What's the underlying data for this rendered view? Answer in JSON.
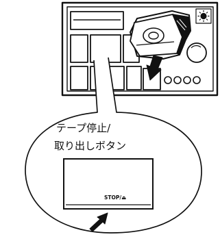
{
  "callout": {
    "line1": "テープ停止/",
    "line2": "取り出しボタン"
  },
  "closeup_button": {
    "label": "STOP/⏏"
  },
  "colors": {
    "line": "#111111",
    "background": "#ffffff"
  }
}
